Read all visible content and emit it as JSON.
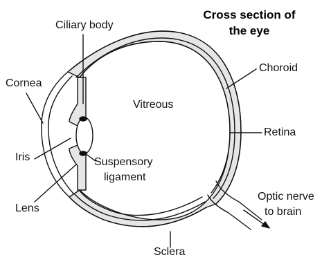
{
  "title_lines": [
    "Cross section of",
    "the eye"
  ],
  "labels": {
    "ciliary_body": "Ciliary body",
    "cornea": "Cornea",
    "choroid": "Choroid",
    "vitreous": "Vitreous",
    "retina": "Retina",
    "iris": "Iris",
    "suspensory_1": "Suspensory",
    "suspensory_2": "ligament",
    "lens": "Lens",
    "optic_1": "Optic nerve",
    "optic_2": "to brain",
    "sclera": "Sclera"
  },
  "colors": {
    "fill": "#e6e6e6",
    "line": "#111111",
    "background": "#ffffff"
  }
}
